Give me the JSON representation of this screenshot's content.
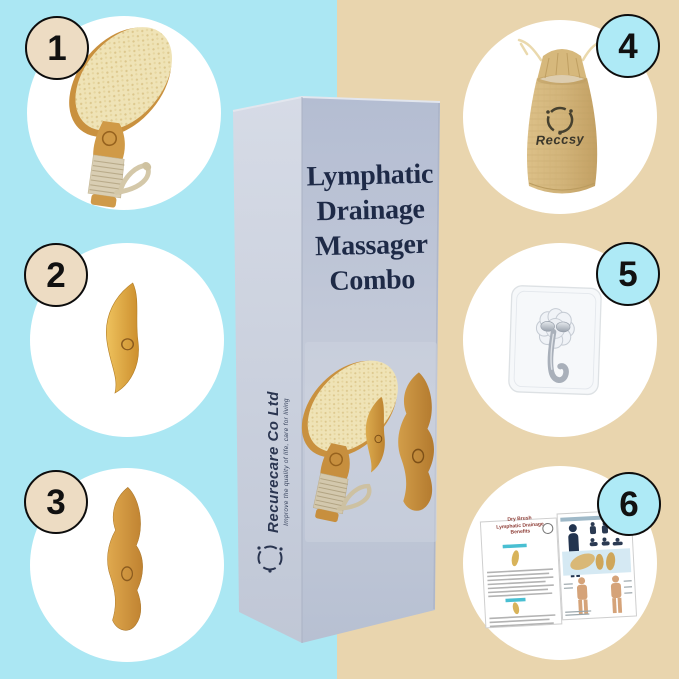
{
  "collage": {
    "background_left_color": "#abe7f3",
    "background_right_color": "#e9d5ae",
    "white_circle_color": "#ffffff"
  },
  "box": {
    "title_lines": [
      "Lymphatic",
      "Drainage",
      "Massager",
      "Combo"
    ],
    "side_brand": "Recurecare Co Ltd",
    "side_tagline": "Improve the quality of life, care for living",
    "front_color": "#b9c2d5",
    "side_color": "#d0d5e2",
    "title_color": "#1e2a47"
  },
  "badges": {
    "left_fill": "#eddcc3",
    "right_fill": "#aeeaf6",
    "border_color": "#0d0d0d"
  },
  "items": [
    {
      "number": "1",
      "name": "dry brush"
    },
    {
      "number": "2",
      "name": "small wooden gua sha tool"
    },
    {
      "number": "3",
      "name": "large wooden massage tool"
    },
    {
      "number": "4",
      "name": "jute drawstring bag",
      "bag_brand": "Reccsy"
    },
    {
      "number": "5",
      "name": "transparent adhesive wall hook"
    },
    {
      "number": "6",
      "name": "instruction leaflet",
      "leaflet_title_lines": [
        "Dry Brush",
        "Lymphatic Drainage",
        "Benefits"
      ]
    }
  ]
}
